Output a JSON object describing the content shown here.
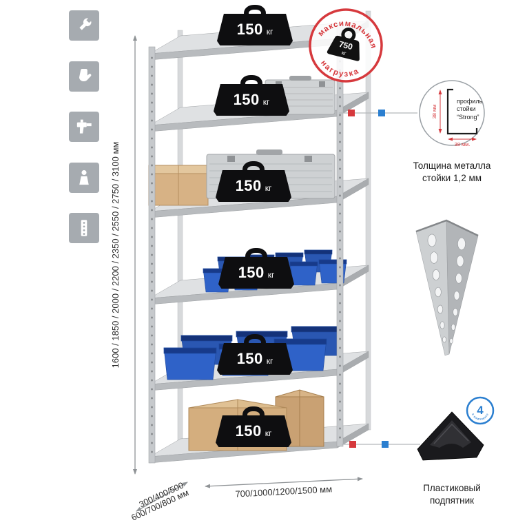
{
  "colors": {
    "red": "#d6393d",
    "blue": "#2b7fd0",
    "bin_blue": "#2f62c8",
    "metal_gray": "#c4c7ca",
    "icon_gray": "#a6abb0"
  },
  "sidebar": {
    "icons": [
      {
        "name": "wrench"
      },
      {
        "name": "gloves"
      },
      {
        "name": "drill"
      },
      {
        "name": "person"
      },
      {
        "name": "post"
      }
    ]
  },
  "shelf_load_badges": [
    {
      "value": "150",
      "unit": "кг"
    },
    {
      "value": "150",
      "unit": "кг"
    },
    {
      "value": "150",
      "unit": "кг"
    },
    {
      "value": "150",
      "unit": "кг"
    },
    {
      "value": "150",
      "unit": "кг"
    },
    {
      "value": "150",
      "unit": "кг"
    }
  ],
  "max_load_stamp": {
    "top": "максимальная",
    "bottom": "нагрузка",
    "value": "750",
    "unit": "кг"
  },
  "profile_detail": {
    "label1": "профиль",
    "label2": "стойки",
    "label3": "“Strong”",
    "dim_vertical": "38 мм",
    "dim_horizontal": "38 мм.",
    "caption1": "Толщина металла",
    "caption2": "стойки 1,2 мм"
  },
  "foot_detail": {
    "badge_value": "4",
    "badge_text": "в комплекте",
    "caption1": "Пластиковый",
    "caption2": "подпятник"
  },
  "dimensions": {
    "height": "1600 / 1850 / 2000 / 2200 / 2350 / 2550 / 2750 / 3100 мм",
    "depth_line1": "300/400/500",
    "depth_line2": "600/700/800 мм",
    "width": "700/1000/1200/1500 мм"
  }
}
